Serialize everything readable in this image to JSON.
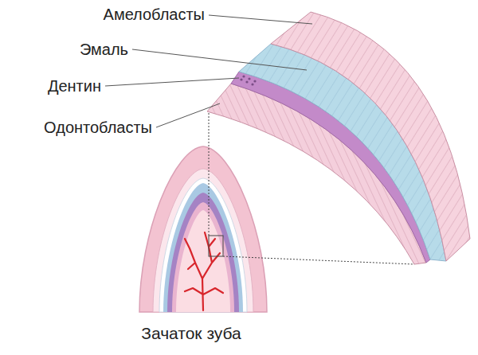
{
  "diagram": {
    "caption": "Зачаток зуба",
    "labels": [
      "Амелобласты",
      "Эмаль",
      "Дентин",
      "Одонтобласты"
    ]
  }
}
